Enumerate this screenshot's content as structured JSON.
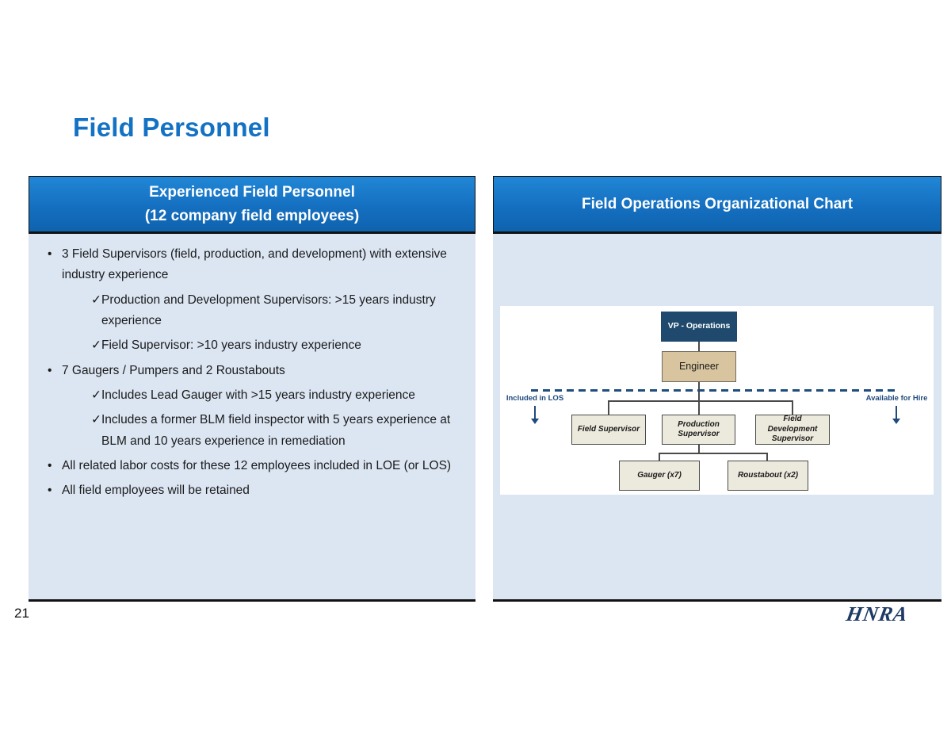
{
  "slide": {
    "title": "Field Personnel",
    "page_number": "21",
    "logo_text": "HNRA"
  },
  "glyphs": {
    "bullet": "•",
    "check": "✓"
  },
  "left_panel": {
    "header_line1": "Experienced Field Personnel",
    "header_line2": "(12 company field employees)",
    "bullets": [
      {
        "level": 1,
        "text": "3 Field Supervisors (field, production, and development) with extensive industry experience"
      },
      {
        "level": 2,
        "text": "Production and Development Supervisors: >15 years industry experience"
      },
      {
        "level": 2,
        "text": "Field Supervisor: >10 years industry experience"
      },
      {
        "level": 1,
        "text": "7 Gaugers / Pumpers and 2 Roustabouts"
      },
      {
        "level": 2,
        "text": "Includes Lead Gauger with >15 years industry experience"
      },
      {
        "level": 2,
        "text": "Includes a former BLM field inspector with 5 years experience at BLM and 10 years experience in remediation"
      },
      {
        "level": 1,
        "text": "All related labor costs for these 12 employees included in LOE (or LOS)"
      },
      {
        "level": 1,
        "text": "All field employees will be retained"
      }
    ]
  },
  "right_panel": {
    "header": "Field Operations Organizational Chart",
    "org_chart": {
      "nodes": {
        "vp": "VP - Operations",
        "engineer": "Engineer",
        "field_supervisor": "Field Supervisor",
        "production_supervisor": "Production Supervisor",
        "field_development_supervisor": "Field Development Supervisor",
        "gauger": "Gauger (x7)",
        "roustabout": "Roustabout (x2)"
      },
      "labels": {
        "left": "Included in LOS",
        "right": "Available for Hire"
      }
    }
  },
  "colors": {
    "accent_blue": "#1372c4",
    "panel_body_blue": "#dce6f3",
    "navy_box": "#1f4a6e",
    "tan_box": "#d8c5a0",
    "cream_box": "#ece9dd",
    "navy_label": "#1f4a7c",
    "logo_navy": "#1e3a66"
  }
}
